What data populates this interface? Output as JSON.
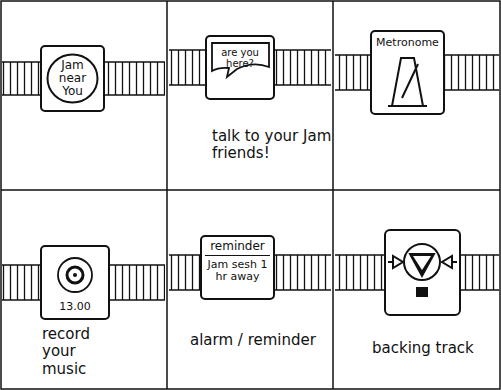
{
  "diagram": {
    "nodes": [
      {
        "text": [
          "Jam near You"
        ]
      },
      {
        "text": [
          "are you here?"
        ]
      },
      {
        "text": [
          "Metronome"
        ]
      },
      {
        "text": [
          "13.00"
        ]
      },
      {
        "text": [
          "reminder",
          "Jam sesh 1 hr away"
        ]
      }
    ],
    "labels": [
      "talk to your Jam friends!",
      "record your music",
      "alarm / reminder",
      "backing track"
    ]
  }
}
